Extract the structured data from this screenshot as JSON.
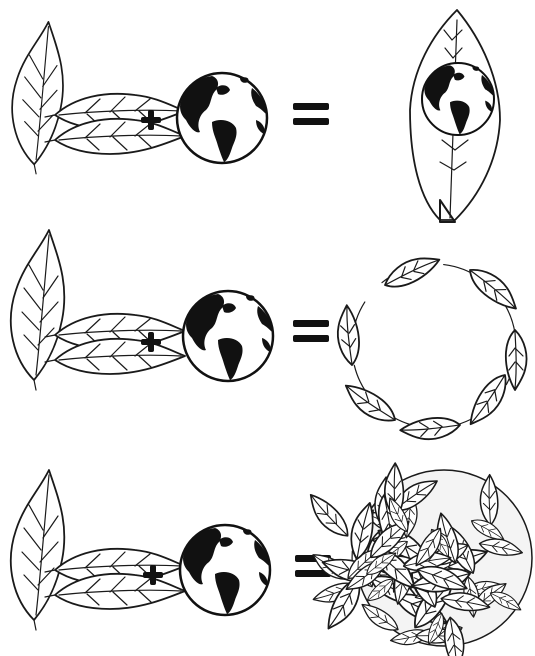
{
  "diagram": {
    "rows": [
      {
        "id": "row-1",
        "left": [
          "leaves",
          "earth"
        ],
        "operator": "+",
        "equals": "=",
        "result": "earth-inside-leaf"
      },
      {
        "id": "row-2",
        "left": [
          "leaves",
          "earth"
        ],
        "operator": "+",
        "equals": "=",
        "result": "ring-of-leaves"
      },
      {
        "id": "row-3",
        "left": [
          "leaves",
          "earth"
        ],
        "operator": "+",
        "equals": "=",
        "result": "ball-of-leaves"
      }
    ]
  },
  "icons": {
    "leaf": "leaf-icon",
    "earth": "globe-icon",
    "plus": "plus-sign",
    "equals": "equals-sign"
  },
  "colors": {
    "ink": "#1a1a1a",
    "paper": "#ffffff"
  }
}
